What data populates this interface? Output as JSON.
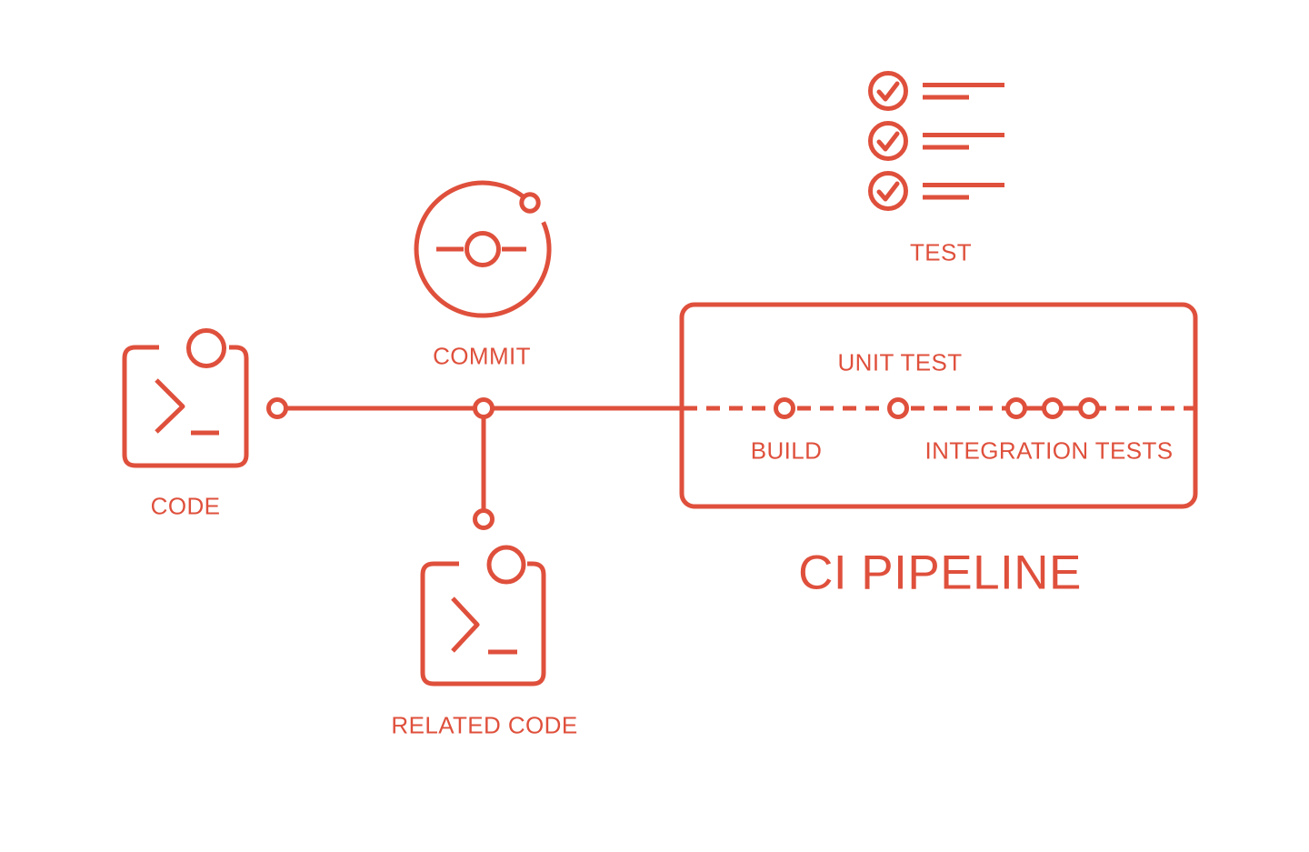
{
  "colors": {
    "accent": "#DF503C",
    "background": "#FFFFFF"
  },
  "diagram": {
    "code": {
      "label": "CODE"
    },
    "commit": {
      "label": "COMMIT"
    },
    "related_code": {
      "label": "RELATED CODE"
    },
    "test": {
      "label": "TEST"
    },
    "pipeline": {
      "title": "CI PIPELINE",
      "stages": {
        "build": {
          "label": "BUILD"
        },
        "unit_test": {
          "label": "UNIT TEST"
        },
        "integration_tests": {
          "label": "INTEGRATION TESTS"
        }
      }
    }
  }
}
